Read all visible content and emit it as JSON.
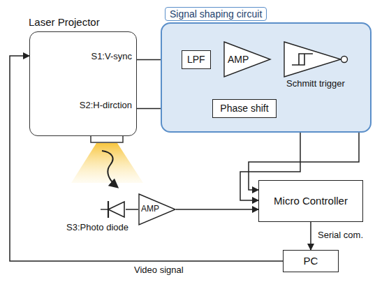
{
  "diagram": {
    "nodes": [
      {
        "text": [
          "Laser Projector",
          "S1:V-sync",
          "S2:H-dirction"
        ]
      },
      {
        "text": [
          "Signal shaping circuit"
        ]
      },
      {
        "text": [
          "LPF"
        ],
        "in": 1
      },
      {
        "text": [
          "AMP"
        ],
        "in": 1
      },
      {
        "text": [
          "Schmitt trigger"
        ],
        "in": 1
      },
      {
        "text": [
          "Phase shift"
        ],
        "in": 1
      },
      {
        "text": [
          "Micro Controller"
        ]
      },
      {
        "text": [
          "AMP"
        ]
      },
      {
        "text": [
          "PC"
        ]
      },
      {
        "text": [
          "S3:Photo diode"
        ]
      }
    ],
    "edges": [
      {
        "from": 0,
        "to": 2,
        "arrow": "to"
      },
      {
        "from": 2,
        "to": 3,
        "arrow": "none"
      },
      {
        "from": 3,
        "to": 4,
        "arrow": "none"
      },
      {
        "from": 4,
        "to": 6,
        "arrow": "to"
      },
      {
        "from": 0,
        "to": 5,
        "arrow": "to"
      },
      {
        "from": 5,
        "to": 6,
        "arrow": "to"
      },
      {
        "from": 9,
        "to": 7,
        "arrow": "none"
      },
      {
        "from": 7,
        "to": 6,
        "arrow": "to"
      },
      {
        "from": 6,
        "to": 8,
        "label": "Serial com.",
        "arrow": "to"
      },
      {
        "from": 8,
        "to": 0,
        "label": "Video signal",
        "arrow": "to"
      }
    ]
  }
}
